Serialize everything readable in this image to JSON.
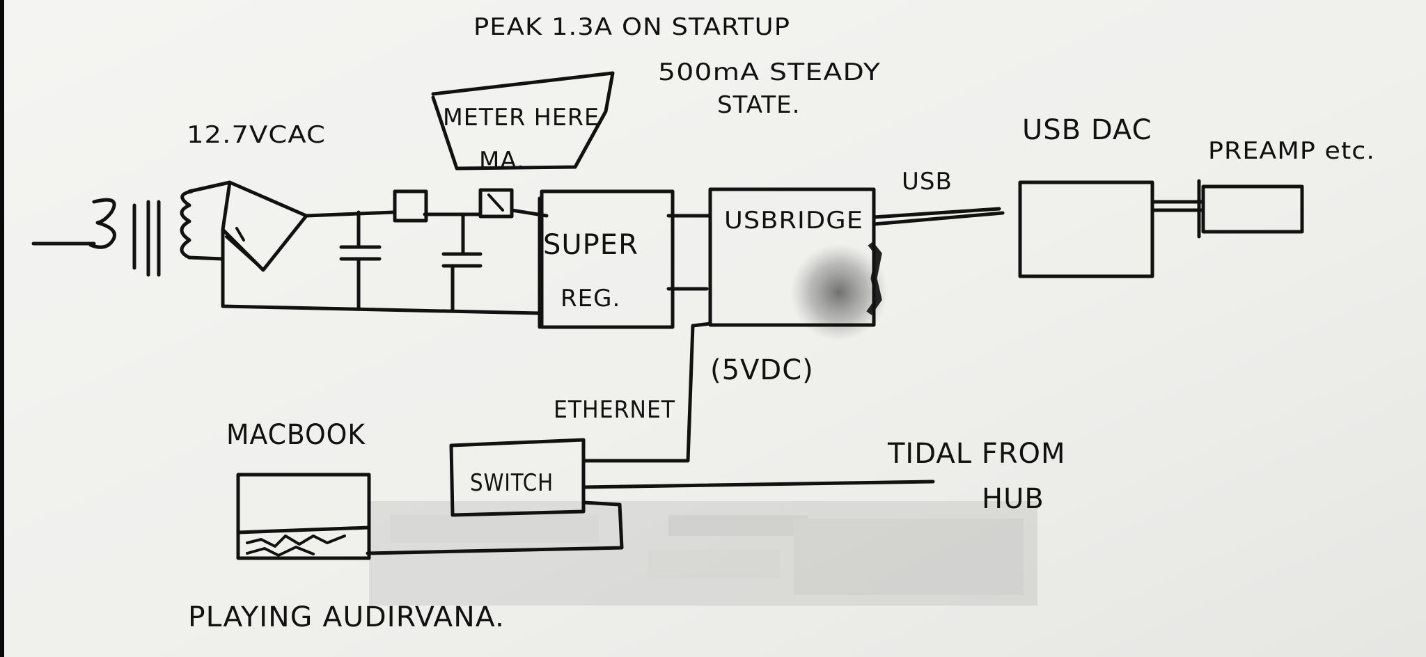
{
  "annotations": {
    "peak_current": "PEAK 1.3A ON STARTUP",
    "steady_state_line1": "500mA STEADY",
    "steady_state_line2": "STATE.",
    "ac_input": "12.7VCAC",
    "meter_here": "METER HERE",
    "meter_unit": "MA.",
    "super_reg_line1": "SUPER",
    "super_reg_line2": "REG.",
    "usbridge": "USBRIDGE",
    "voltage_5vdc": "(5VDC)",
    "usb_link": "USB",
    "usb_dac": "USB DAC",
    "preamp": "PREAMP etc.",
    "ethernet": "ETHERNET",
    "switch": "SWITCH",
    "tidal_line1": "TIDAL FROM",
    "tidal_line2": "HUB",
    "macbook": "MACBOOK",
    "playing": "PLAYING AUDIRVANA."
  },
  "colors": {
    "paper": "#f2f2f0",
    "ink": "#111111",
    "smudge": "#6b6b6b"
  }
}
